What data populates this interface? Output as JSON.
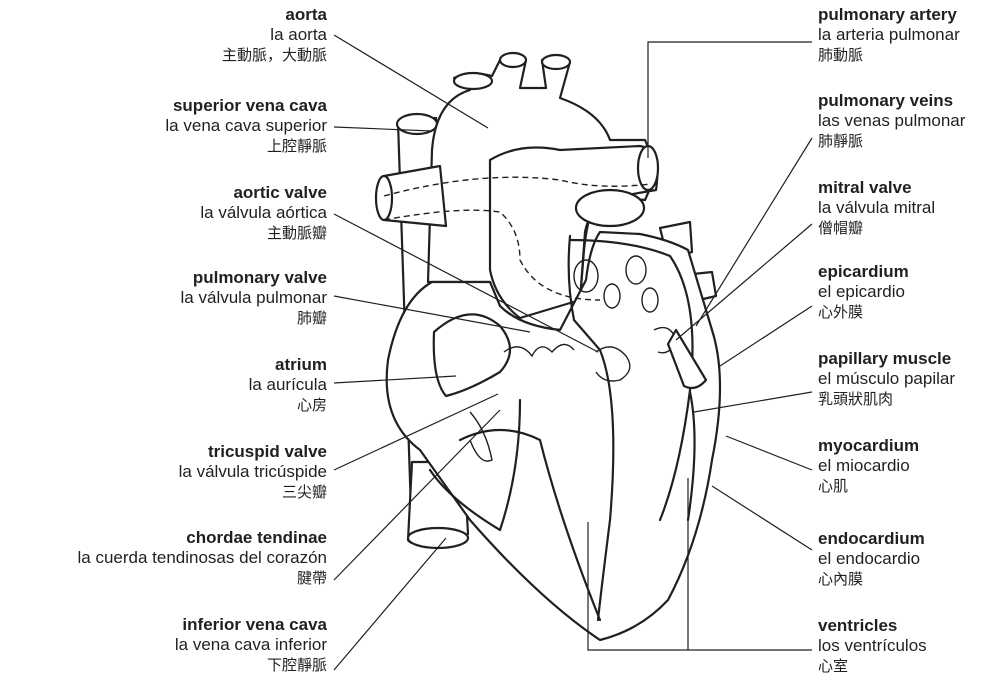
{
  "labels": {
    "aorta": {
      "en": "aorta",
      "es": "la aorta",
      "zh": "主動脈，大動脈"
    },
    "superior_vena_cava": {
      "en": "superior vena cava",
      "es": "la vena cava superior",
      "zh": "上腔靜脈"
    },
    "aortic_valve": {
      "en": "aortic valve",
      "es": "la válvula aórtica",
      "zh": "主動脈瓣"
    },
    "pulmonary_valve": {
      "en": "pulmonary valve",
      "es": "la válvula pulmonar",
      "zh": "肺瓣"
    },
    "atrium": {
      "en": "atrium",
      "es": "la aurícula",
      "zh": "心房"
    },
    "tricuspid_valve": {
      "en": "tricuspid valve",
      "es": "la válvula tricúspide",
      "zh": "三尖瓣"
    },
    "chordae_tendinae": {
      "en": "chordae tendinae",
      "es": "la cuerda tendinosas del corazón",
      "zh": "腱帶"
    },
    "inferior_vena_cava": {
      "en": "inferior vena cava",
      "es": "la vena cava inferior",
      "zh": "下腔靜脈"
    },
    "pulmonary_artery": {
      "en": "pulmonary artery",
      "es": "la arteria pulmonar",
      "zh": "肺動脈"
    },
    "pulmonary_veins": {
      "en": "pulmonary veins",
      "es": "las venas pulmonar",
      "zh": "肺靜脈"
    },
    "mitral_valve": {
      "en": "mitral valve",
      "es": "la válvula mitral",
      "zh": "僧帽瓣"
    },
    "epicardium": {
      "en": "epicardium",
      "es": "el epicardio",
      "zh": "心外膜"
    },
    "papillary_muscle": {
      "en": "papillary muscle",
      "es": "el músculo papilar",
      "zh": "乳頭狀肌肉"
    },
    "myocardium": {
      "en": "myocardium",
      "es": "el miocardio",
      "zh": "心肌"
    },
    "endocardium": {
      "en": "endocardium",
      "es": "el endocardio",
      "zh": "心內膜"
    },
    "ventricles": {
      "en": "ventricles",
      "es": "los ventrículos",
      "zh": "心室"
    }
  }
}
